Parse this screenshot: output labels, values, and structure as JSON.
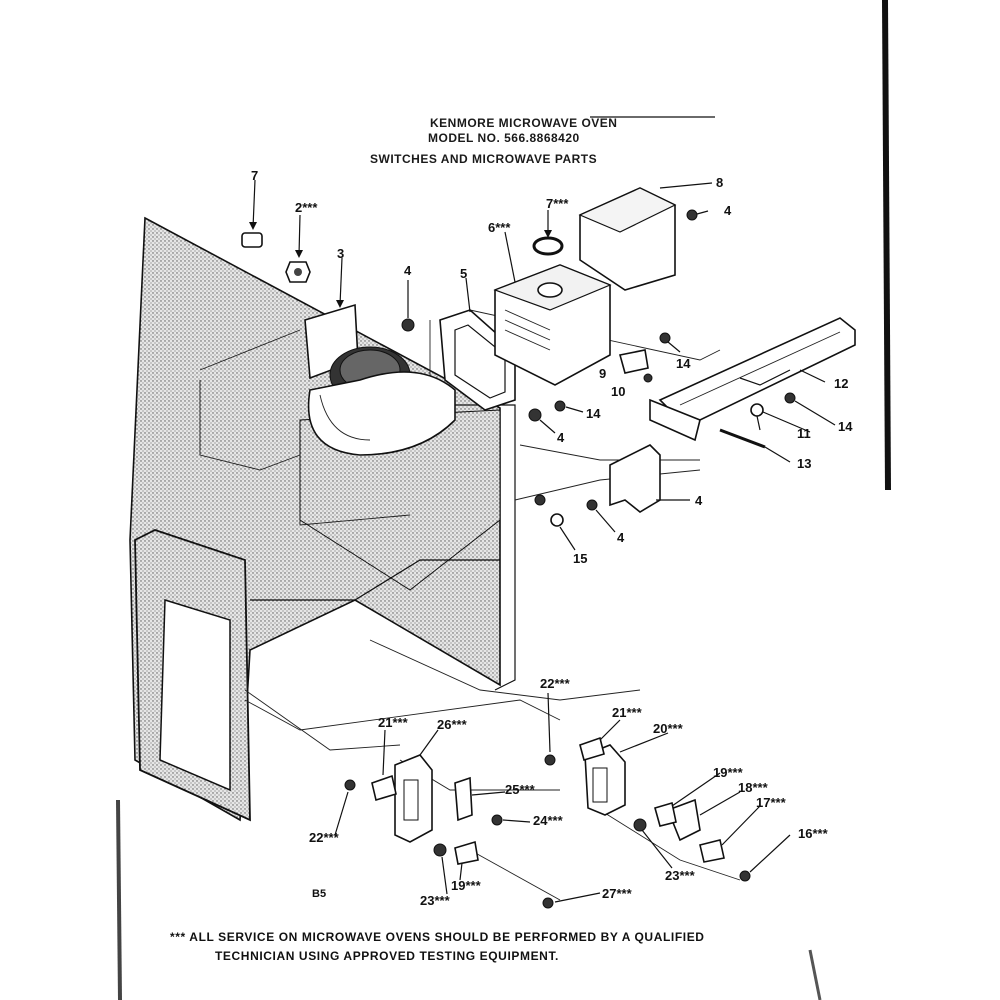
{
  "header": {
    "line1": "KENMORE MICROWAVE OVEN",
    "line2": "MODEL NO. 566.8868420",
    "line3": "SWITCHES AND MICROWAVE PARTS"
  },
  "callouts": [
    {
      "id": "c7a",
      "text": "7"
    },
    {
      "id": "c2",
      "text": "2***"
    },
    {
      "id": "c3",
      "text": "3"
    },
    {
      "id": "c4a",
      "text": "4"
    },
    {
      "id": "c5",
      "text": "5"
    },
    {
      "id": "c6",
      "text": "6***"
    },
    {
      "id": "c7b",
      "text": "7***"
    },
    {
      "id": "c8",
      "text": "8"
    },
    {
      "id": "c4b",
      "text": "4"
    },
    {
      "id": "c14a",
      "text": "14"
    },
    {
      "id": "c9",
      "text": "9"
    },
    {
      "id": "c10",
      "text": "10"
    },
    {
      "id": "c14b",
      "text": "14"
    },
    {
      "id": "c4c",
      "text": "4"
    },
    {
      "id": "c12",
      "text": "12"
    },
    {
      "id": "c11",
      "text": "11"
    },
    {
      "id": "c14c",
      "text": "14"
    },
    {
      "id": "c13",
      "text": "13"
    },
    {
      "id": "c4d",
      "text": "4"
    },
    {
      "id": "c4e",
      "text": "4"
    },
    {
      "id": "c15",
      "text": "15"
    },
    {
      "id": "c22a",
      "text": "22***"
    },
    {
      "id": "c21a",
      "text": "21***"
    },
    {
      "id": "c20",
      "text": "20***"
    },
    {
      "id": "c21b",
      "text": "21***"
    },
    {
      "id": "c26",
      "text": "26***"
    },
    {
      "id": "c19a",
      "text": "19***"
    },
    {
      "id": "c18",
      "text": "18***"
    },
    {
      "id": "c17",
      "text": "17***"
    },
    {
      "id": "c25",
      "text": "25***"
    },
    {
      "id": "c24",
      "text": "24***"
    },
    {
      "id": "c22b",
      "text": "22***"
    },
    {
      "id": "c16",
      "text": "16***"
    },
    {
      "id": "c23a",
      "text": "23***"
    },
    {
      "id": "c19b",
      "text": "19***"
    },
    {
      "id": "c27",
      "text": "27***"
    },
    {
      "id": "c23b",
      "text": "23***"
    }
  ],
  "page_ref": "B5",
  "footer": {
    "line1": "***  ALL SERVICE ON MICROWAVE OVENS SHOULD BE PERFORMED BY A QUALIFIED",
    "line2": "TECHNICIAN USING APPROVED TESTING EQUIPMENT."
  }
}
